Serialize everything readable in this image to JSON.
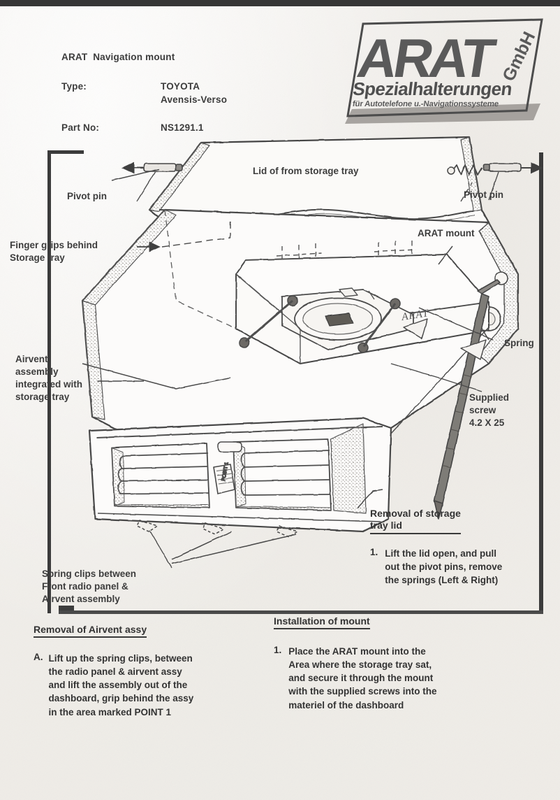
{
  "document": {
    "title": "ARAT  Navigation mount",
    "fields": [
      {
        "label": "Type:",
        "value_line1": "TOYOTA",
        "value_line2": "Avensis-Verso"
      },
      {
        "label": "Part No:",
        "value_line1": "NS1291.1",
        "value_line2": ""
      }
    ]
  },
  "logo": {
    "brand": "ARAT",
    "suffix": "GmbH",
    "line2": "Spezialhalterungen",
    "line3": "für Autotelefone u.-Navigationssysteme",
    "ink": "#5a5a5a"
  },
  "callouts": {
    "lid": "Lid of from storage tray",
    "pivot_pin_left": "Pivot pin",
    "pivot_pin_right": "Pivot pin",
    "finger_grips_l1": "Finger grips behind",
    "finger_grips_l2": "Storage tray",
    "arat_mount": "ARAT mount",
    "spring": "Spring",
    "airvent_l1": "Airvent",
    "airvent_l2": "assembly",
    "airvent_l3": "integrated with",
    "airvent_l4": "storage tray",
    "supplied_screw_l1": "Supplied",
    "supplied_screw_l2": "screw",
    "supplied_screw_l3": "4.2 X 25",
    "spring_clips_l1": "Spring clips between",
    "spring_clips_l2": "Front radio panel &",
    "spring_clips_l3": "Airvent assembly",
    "part_mark": "ARAT"
  },
  "sections": [
    {
      "heading_l1": "Removal of storage",
      "heading_l2": "tray lid",
      "marker": "1.",
      "lines": [
        "Lift the lid open, and pull",
        "out the pivot pins, remove",
        "the springs (Left & Right)"
      ]
    },
    {
      "heading_l1": "Removal of Airvent assy",
      "heading_l2": "",
      "marker": "A.",
      "lines": [
        "Lift up the spring clips, between",
        "the radio panel & airvent assy",
        "and lift the assembly out of the",
        "dashboard, grip behind the assy",
        "in the area marked POINT 1"
      ]
    },
    {
      "heading_l1": "Installation of mount",
      "heading_l2": "",
      "marker": "1.",
      "lines": [
        "Place the ARAT mount into the",
        "Area where the storage tray sat,",
        "and secure it through the mount",
        "with the supplied screws into the",
        "materiel of the dashboard"
      ]
    }
  ],
  "colors": {
    "paper": "#f4f2ef",
    "ink": "#333333",
    "frame": "#3a3a3a",
    "line": "#555555"
  }
}
